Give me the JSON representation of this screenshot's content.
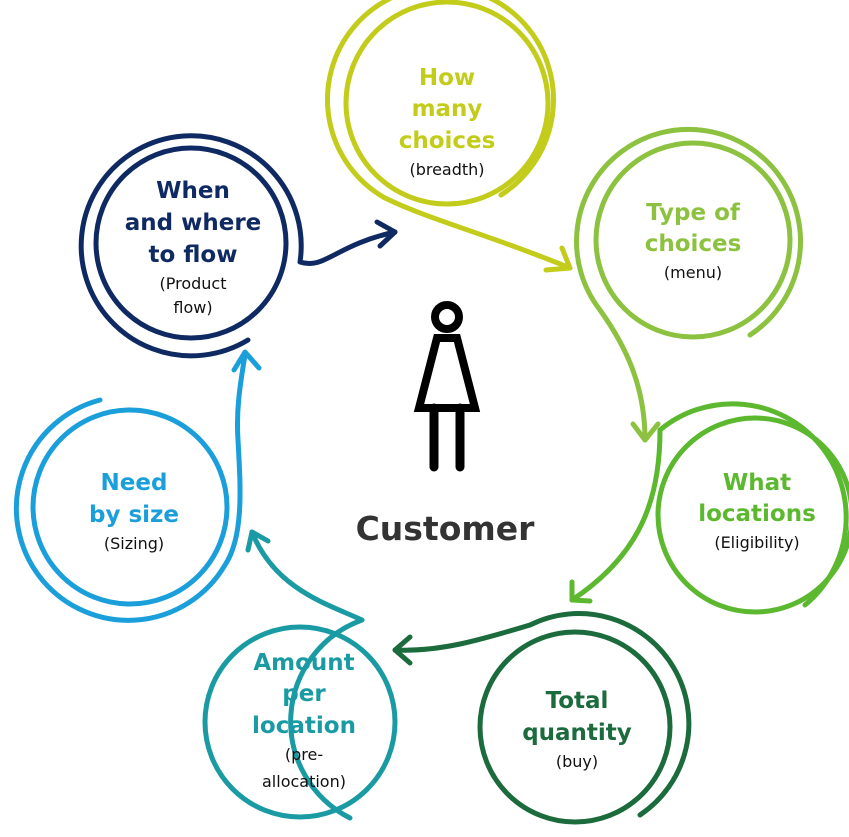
{
  "colors": {
    "breadth": "#c3cc1a",
    "menu": "#8cc23f",
    "eligibility": "#5cb82e",
    "buy": "#1b6b3d",
    "preallocation": "#1a9ba4",
    "sizing": "#1a9fdb",
    "flow": "#0f2a62",
    "center": "#333333",
    "person": "#000000"
  },
  "center": {
    "icon": "person-icon",
    "label": "Customer"
  },
  "nodes": {
    "breadth": {
      "title": [
        "How",
        "many",
        "choices"
      ],
      "sub": [
        "(breadth)"
      ]
    },
    "menu": {
      "title": [
        "Type of",
        "choices"
      ],
      "sub": [
        "(menu)"
      ]
    },
    "eligibility": {
      "title": [
        "What",
        "locations"
      ],
      "sub": [
        "(Eligibility)"
      ]
    },
    "buy": {
      "title": [
        "Total",
        "quantity"
      ],
      "sub": [
        "(buy)"
      ]
    },
    "preallocation": {
      "title": [
        "Amount",
        "per",
        "location"
      ],
      "sub": [
        "(pre-",
        "allocation)"
      ]
    },
    "sizing": {
      "title": [
        "Need",
        "by size"
      ],
      "sub": [
        "(Sizing)"
      ]
    },
    "flow": {
      "title": [
        "When",
        "and where",
        "to flow"
      ],
      "sub": [
        "(Product",
        "flow)"
      ]
    }
  }
}
